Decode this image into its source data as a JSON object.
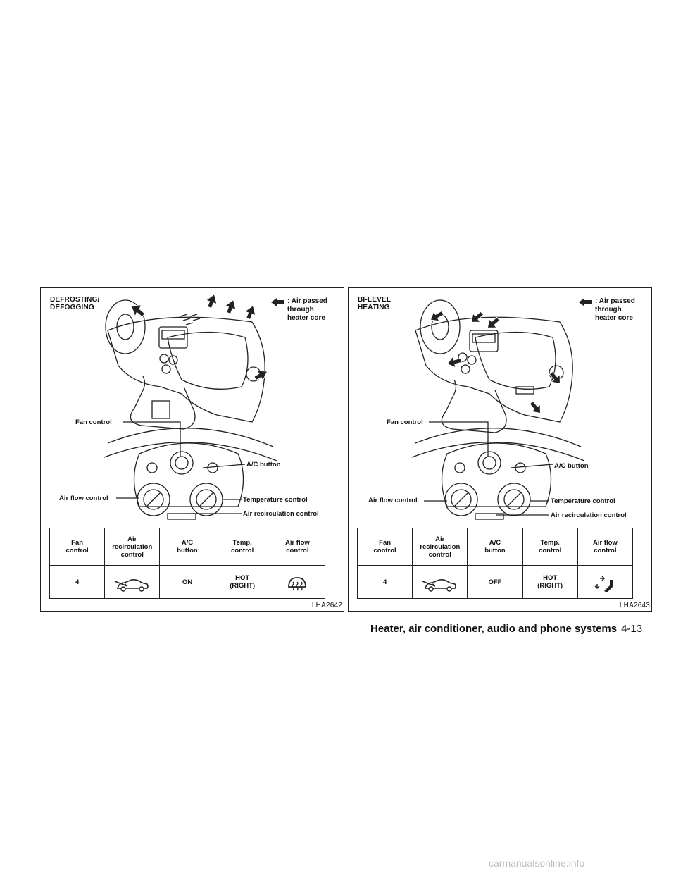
{
  "left_panel": {
    "title": "DEFROSTING/\nDEFOGGING",
    "legend": ": Air passed\nthrough\nheater core",
    "callouts": {
      "fan_control": "Fan control",
      "ac_button": "A/C button",
      "air_flow_control": "Air flow control",
      "temperature_control": "Temperature control",
      "air_recirculation_control": "Air recirculation control"
    },
    "table": {
      "headers": [
        "Fan\ncontrol",
        "Air\nrecirculation\ncontrol",
        "A/C\nbutton",
        "Temp.\ncontrol",
        "Air flow\ncontrol"
      ],
      "row": {
        "fan": "4",
        "recirculation_icon": "car-outside-air-icon",
        "ac": "ON",
        "temp": "HOT\n(RIGHT)",
        "airflow_icon": "defrost-icon"
      }
    },
    "figure_id": "LHA2642"
  },
  "right_panel": {
    "title": "BI-LEVEL\nHEATING",
    "legend": ": Air passed\nthrough\nheater core",
    "callouts": {
      "fan_control": "Fan control",
      "ac_button": "A/C button",
      "air_flow_control": "Air flow control",
      "temperature_control": "Temperature control",
      "air_recirculation_control": "Air recirculation control"
    },
    "table": {
      "headers": [
        "Fan\ncontrol",
        "Air\nrecirculation\ncontrol",
        "A/C\nbutton",
        "Temp.\ncontrol",
        "Air flow\ncontrol"
      ],
      "row": {
        "fan": "4",
        "recirculation_icon": "car-outside-air-icon",
        "ac": "OFF",
        "temp": "HOT\n(RIGHT)",
        "airflow_icon": "bi-level-icon"
      }
    },
    "figure_id": "LHA2643"
  },
  "footer": {
    "section": "Heater, air conditioner, audio and phone systems",
    "page": "4-13"
  },
  "watermark": "carmanualsonline.info"
}
